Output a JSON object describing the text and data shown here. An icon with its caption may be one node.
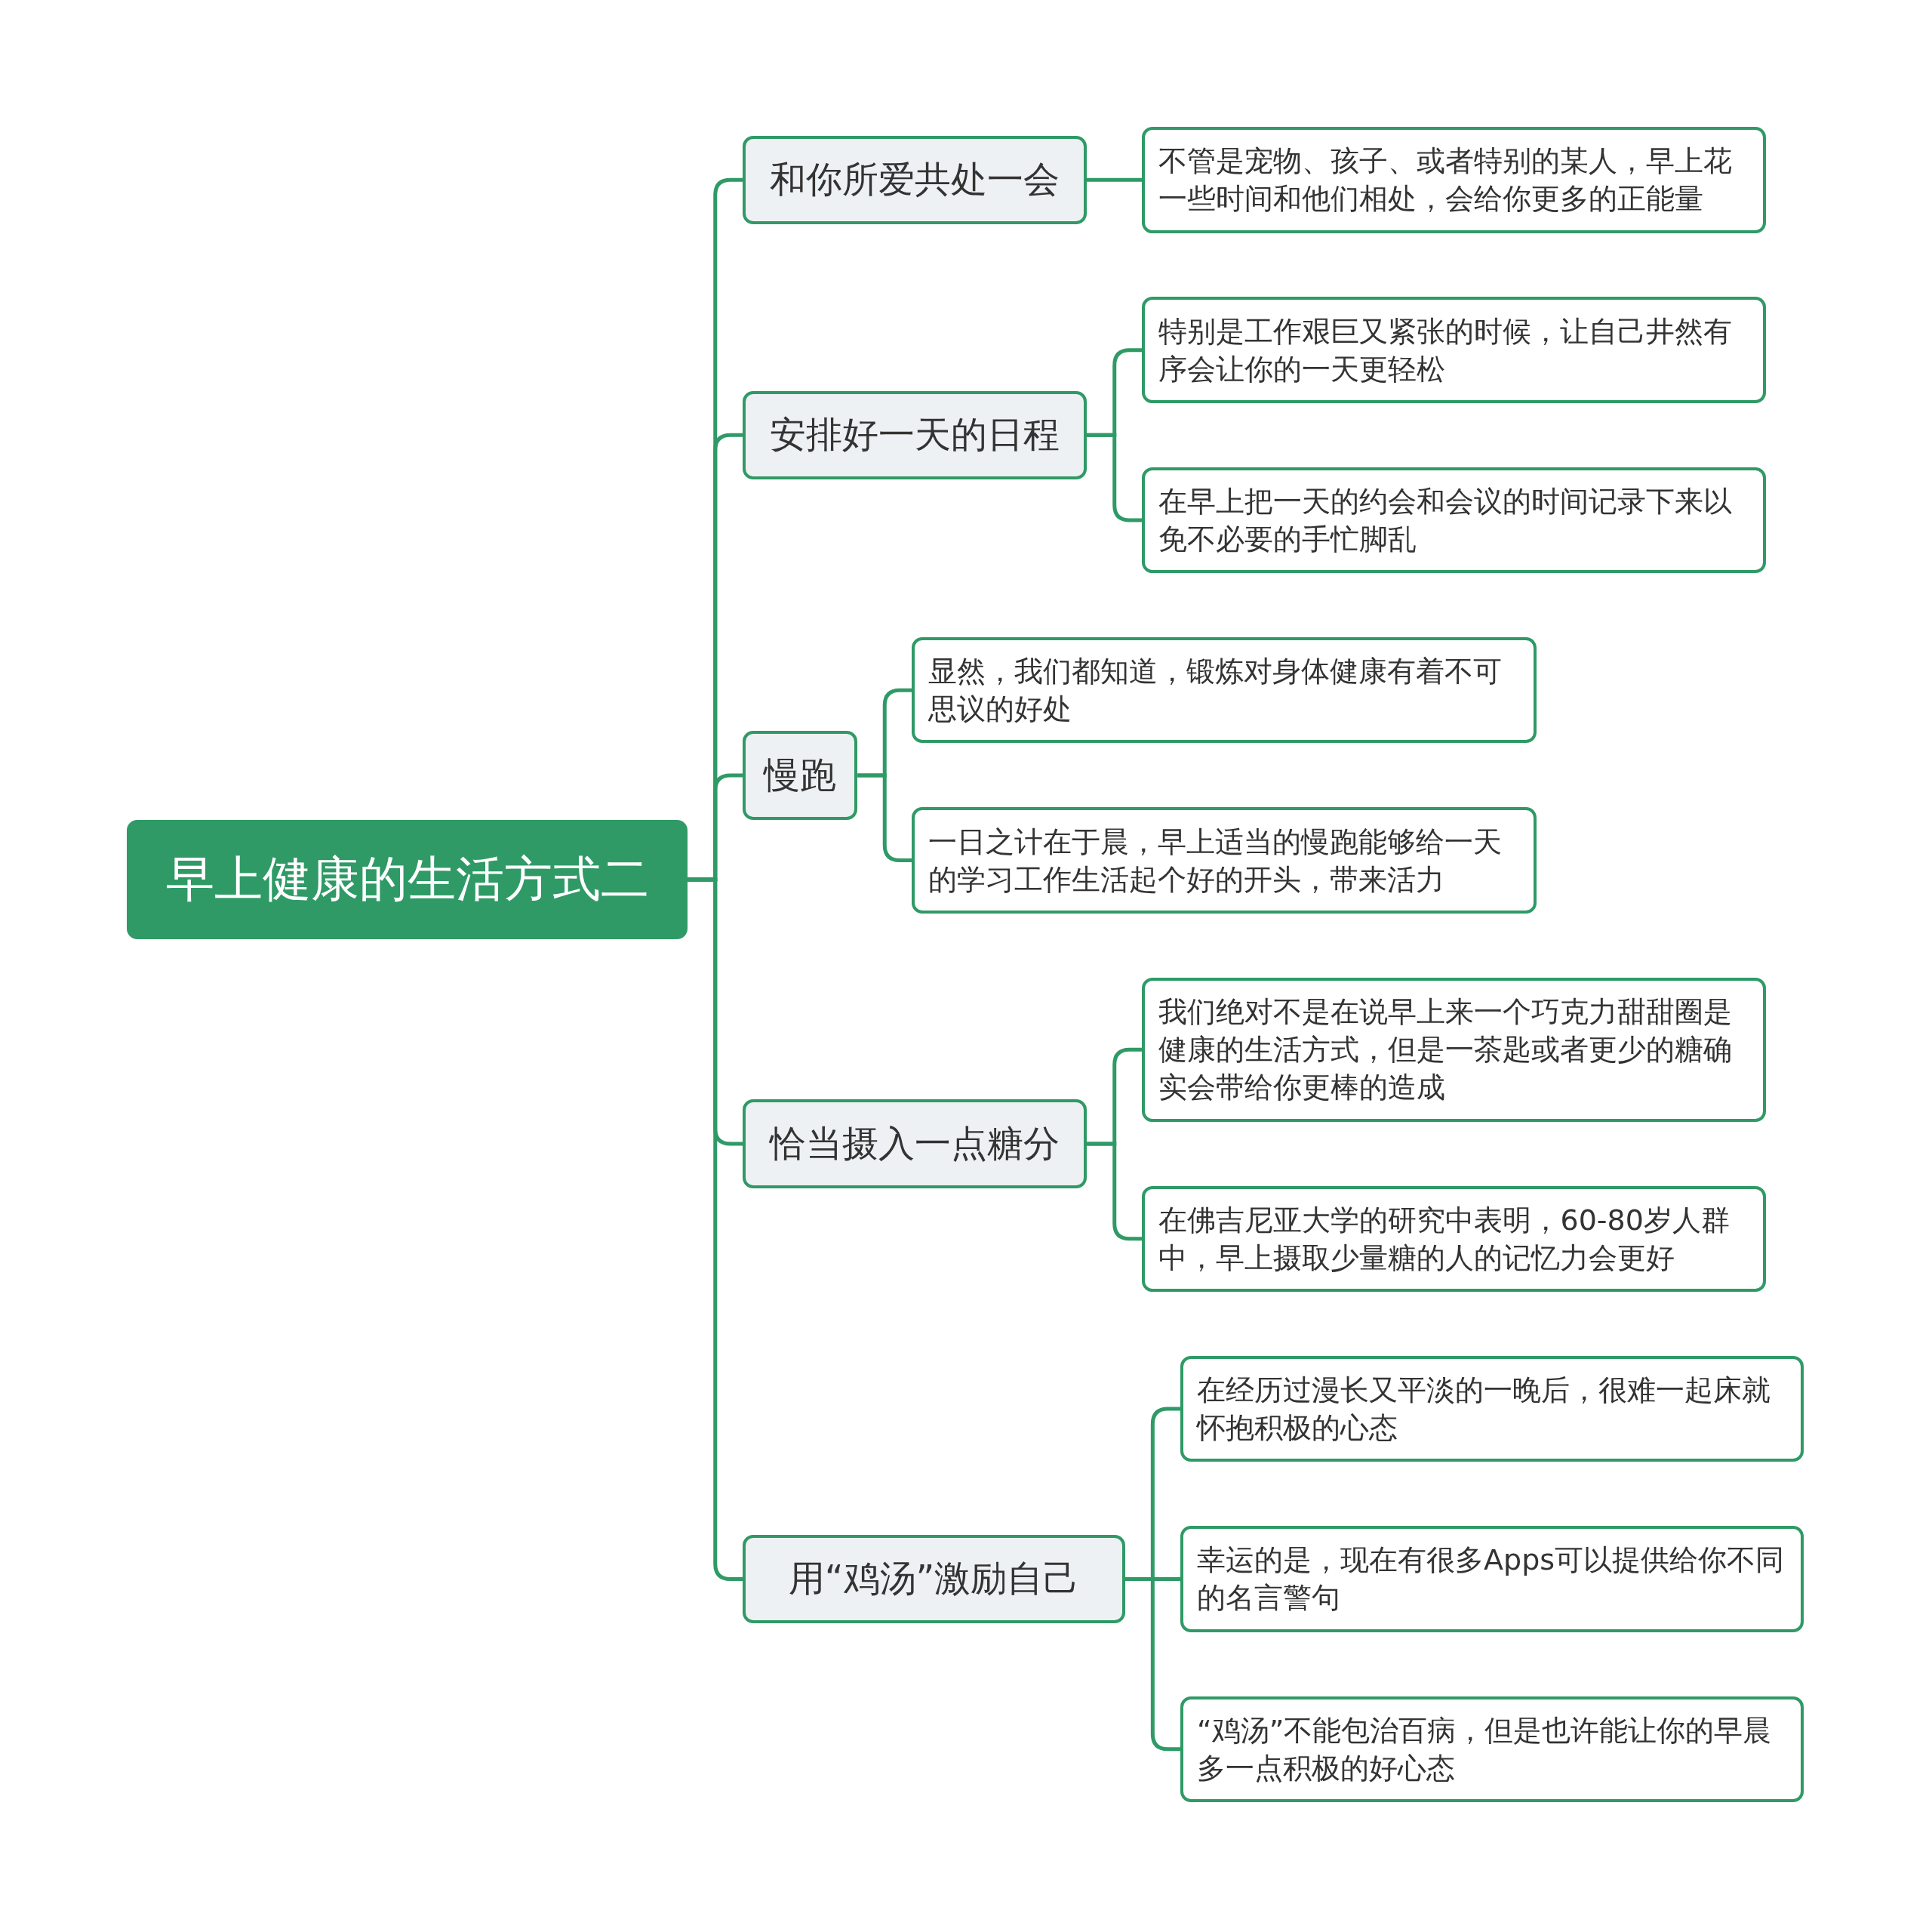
{
  "diagram": {
    "nodes": [
      {
        "text": [
          "早上健康的生活方式二"
        ]
      },
      {
        "text": [
          "和你所爱共处一会"
        ]
      },
      {
        "text": [
          "不管是宠物、孩子、或者特别的某人，早上花一些时间和他们相处，会给你更多的正能量"
        ]
      },
      {
        "text": [
          "安排好一天的日程"
        ]
      },
      {
        "text": [
          "特别是工作艰巨又紧张的时候，让自己井然有序会让你的一天更轻松"
        ]
      },
      {
        "text": [
          "在早上把一天的约会和会议的时间记录下来以免不必要的手忙脚乱"
        ]
      },
      {
        "text": [
          "慢跑"
        ]
      },
      {
        "text": [
          "显然，我们都知道，锻炼对身体健康有着不可思议的好处"
        ]
      },
      {
        "text": [
          "一日之计在于晨，早上适当的慢跑能够给一天的学习工作生活起个好的开头，带来活力"
        ]
      },
      {
        "text": [
          "恰当摄入一点糖分"
        ]
      },
      {
        "text": [
          "我们绝对不是在说早上来一个巧克力甜甜圈是健康的生活方式，但是一茶匙或者更少的糖确实会带给你更棒的造成"
        ]
      },
      {
        "text": [
          "在佛吉尼亚大学的研究中表明，60-80岁人群中，早上摄取少量糖的人的记忆力会更好"
        ]
      },
      {
        "text": [
          "用“鸡汤”激励自己"
        ]
      },
      {
        "text": [
          "在经历过漫长又平淡的一晚后，很难一起床就怀抱积极的心态"
        ]
      },
      {
        "text": [
          "幸运的是，现在有很多Apps可以提供给你不同的名言警句"
        ]
      },
      {
        "text": [
          "“鸡汤”不能包治百病，但是也许能让你的早晨多一点积极的好心态"
        ]
      }
    ],
    "edges": [
      {
        "from": 0,
        "to": 1,
        "arrow": "none"
      },
      {
        "from": 0,
        "to": 3,
        "arrow": "none"
      },
      {
        "from": 0,
        "to": 6,
        "arrow": "none"
      },
      {
        "from": 0,
        "to": 9,
        "arrow": "none"
      },
      {
        "from": 0,
        "to": 12,
        "arrow": "none"
      },
      {
        "from": 1,
        "to": 2,
        "arrow": "none"
      },
      {
        "from": 3,
        "to": 4,
        "arrow": "none"
      },
      {
        "from": 3,
        "to": 5,
        "arrow": "none"
      },
      {
        "from": 6,
        "to": 7,
        "arrow": "none"
      },
      {
        "from": 6,
        "to": 8,
        "arrow": "none"
      },
      {
        "from": 9,
        "to": 10,
        "arrow": "none"
      },
      {
        "from": 9,
        "to": 11,
        "arrow": "none"
      },
      {
        "from": 12,
        "to": 13,
        "arrow": "none"
      },
      {
        "from": 12,
        "to": 14,
        "arrow": "none"
      },
      {
        "from": 12,
        "to": 15,
        "arrow": "none"
      }
    ]
  }
}
